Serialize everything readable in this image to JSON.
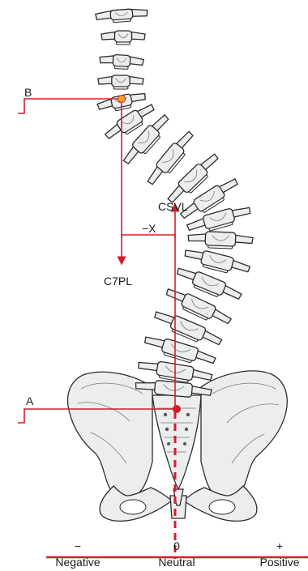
{
  "labels": {
    "point_b": "B",
    "point_a": "A",
    "csvl": "CSVL",
    "c7pl": "C7PL",
    "offset": "−X"
  },
  "axis": {
    "minus_symbol": "−",
    "zero_symbol": "0",
    "plus_symbol": "+",
    "negative": "Negative",
    "neutral": "Neutral",
    "positive": "Positive"
  },
  "colors": {
    "line_red": "#d0202a",
    "point_orange": "#f5a623",
    "bone_fill": "#eceeee",
    "outline": "#2b2b2b"
  }
}
